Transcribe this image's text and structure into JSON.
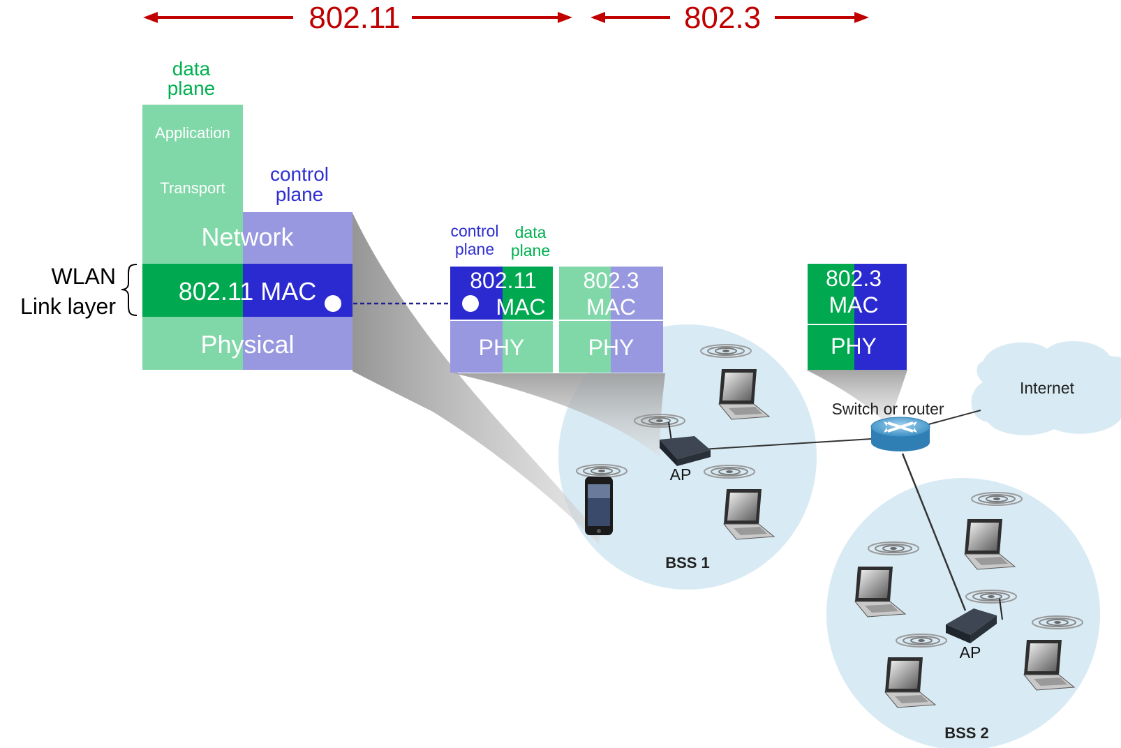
{
  "colors": {
    "data_plane": "#00b050",
    "control_plane": "#2e2ed0",
    "light_green": "#80d8a8",
    "light_purple": "#9898e0",
    "dark_green": "#00a84f",
    "dark_blue": "#2a2ad0",
    "header_red": "#c00000",
    "bss_fill": "#d8eaf4"
  },
  "header": {
    "left_label": "802.11",
    "right_label": "802.3"
  },
  "stack": {
    "data_plane_label_1": "data",
    "data_plane_label_2": "plane",
    "control_plane_label_1": "control",
    "control_plane_label_2": "plane",
    "application": "Application",
    "transport": "Transport",
    "network": "Network",
    "mac": "802.11 MAC",
    "physical": "Physical",
    "wlan_label_1": "WLAN",
    "wlan_label_2": "Link layer"
  },
  "ap_stack": {
    "control_plane_label_1": "control",
    "control_plane_label_2": "plane",
    "data_plane_label_1": "data",
    "data_plane_label_2": "plane",
    "wifi_mac_1": "802.11",
    "wifi_mac_2": "MAC",
    "wifi_phy": "PHY",
    "eth_mac_1": "802.3",
    "eth_mac_2": "MAC",
    "eth_phy": "PHY"
  },
  "switch_stack": {
    "mac_1": "802.3",
    "mac_2": "MAC",
    "phy": "PHY"
  },
  "network": {
    "internet": "Internet",
    "switch_label": "Switch or router",
    "ap1_label": "AP",
    "ap2_label": "AP",
    "bss1_label": "BSS 1",
    "bss2_label": "BSS 2"
  }
}
